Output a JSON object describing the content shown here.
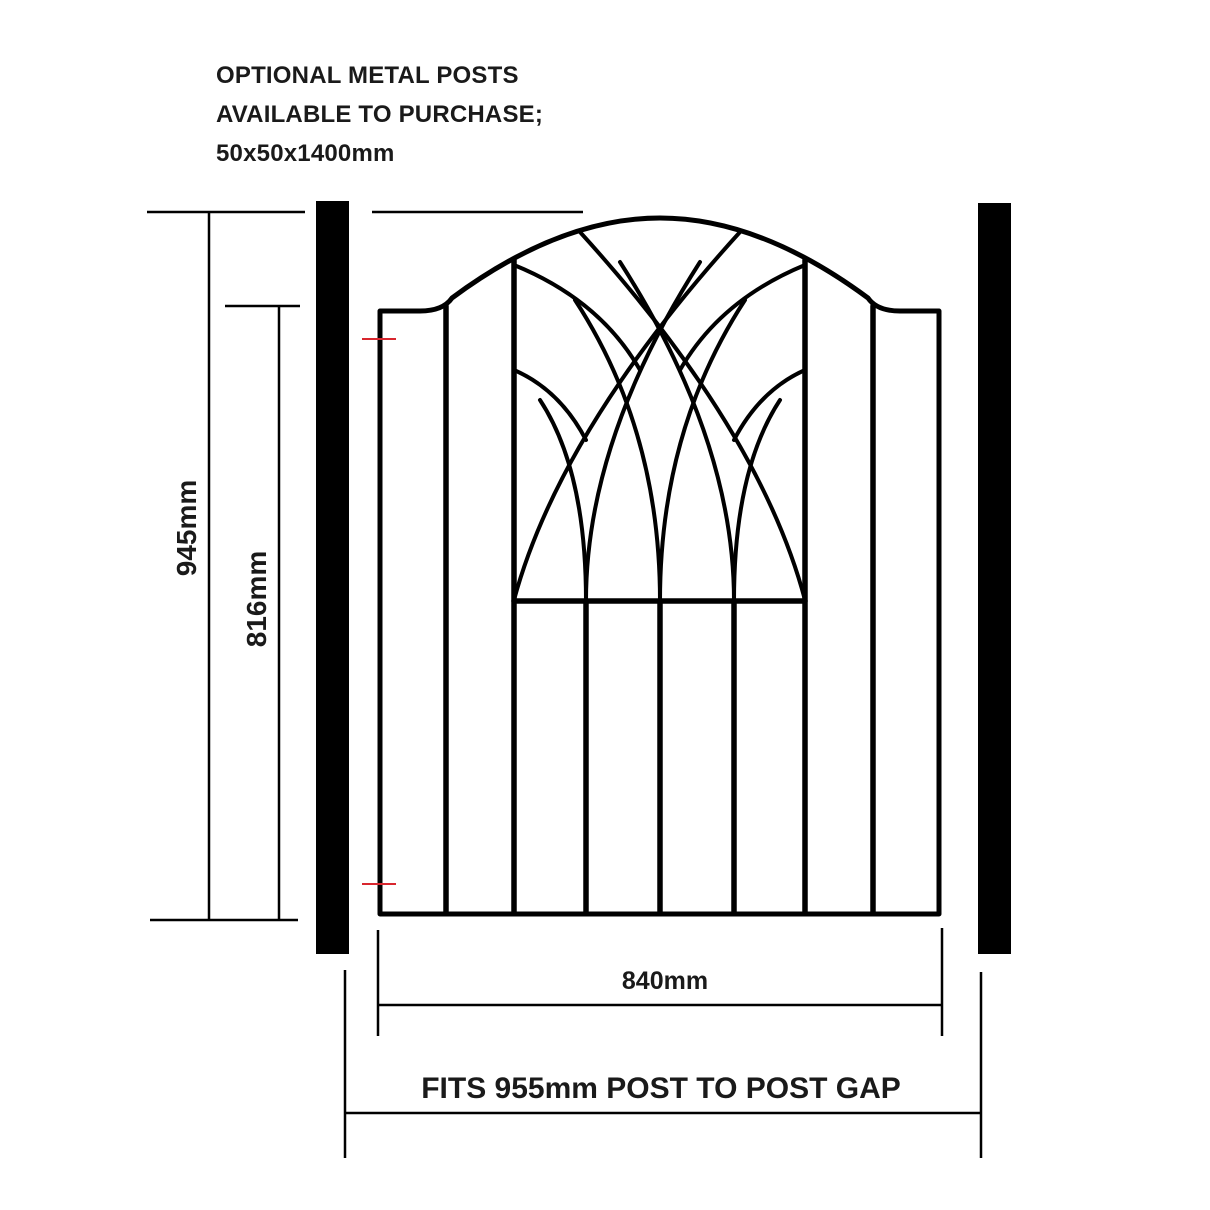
{
  "note": {
    "lines": [
      "OPTIONAL METAL POSTS",
      "AVAILABLE TO PURCHASE;",
      "50x50x1400mm"
    ]
  },
  "dimensions": {
    "overall_height": "945mm",
    "side_height": "816mm",
    "gate_width": "840mm",
    "post_gap": "FITS 955mm POST TO POST GAP"
  },
  "colors": {
    "ink": "#000000",
    "hinge_marker": "#d8262e"
  }
}
